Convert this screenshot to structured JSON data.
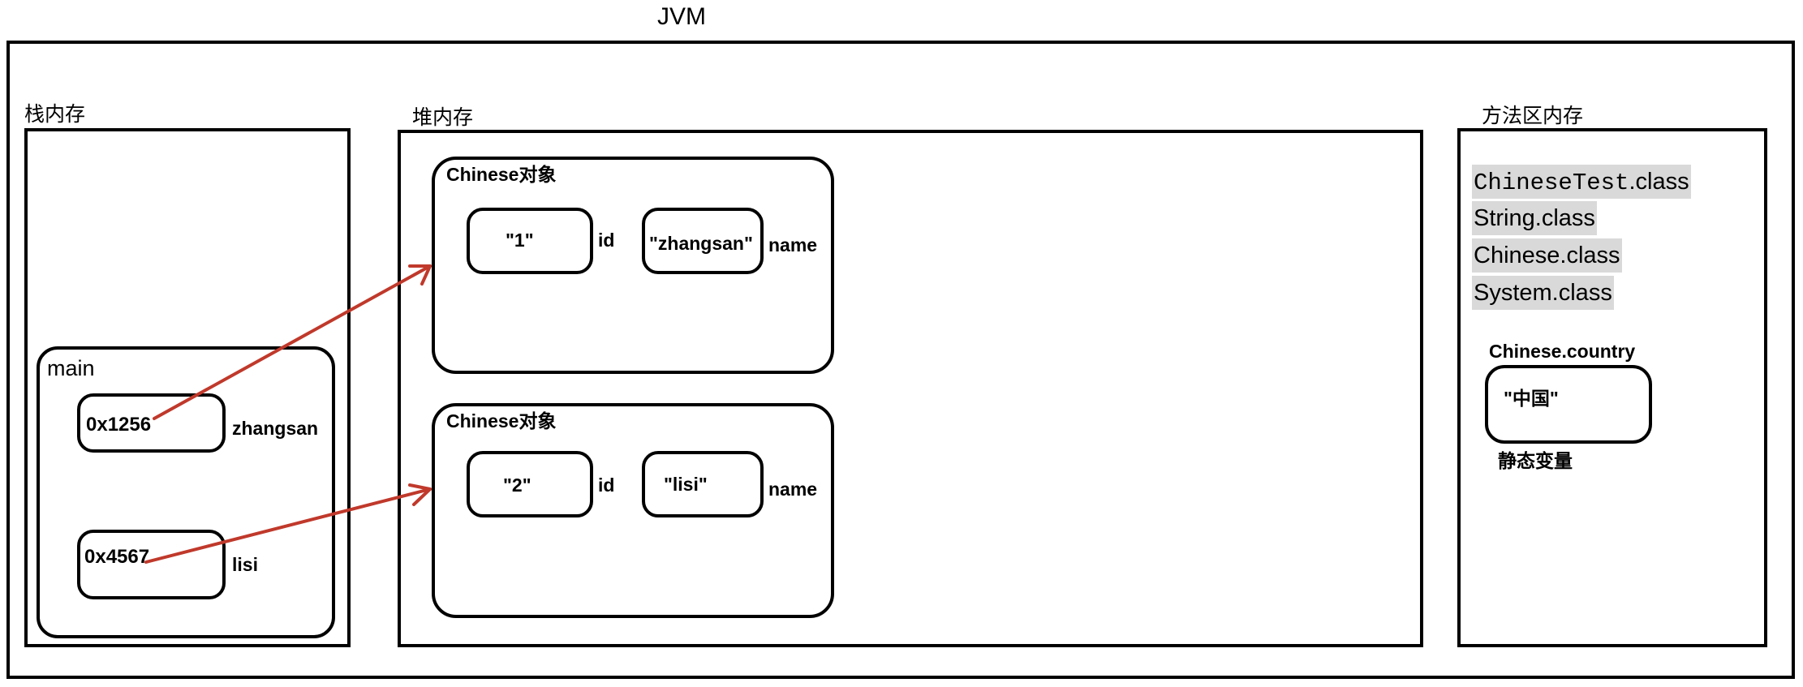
{
  "diagram": {
    "title": "JVM",
    "stack": {
      "label": "栈内存",
      "frame": "main",
      "refs": [
        {
          "address": "0x1256",
          "name": "zhangsan"
        },
        {
          "address": "0x4567",
          "name": "lisi"
        }
      ]
    },
    "heap": {
      "label": "堆内存",
      "objects": [
        {
          "title": "Chinese对象",
          "id_value": "\"1\"",
          "id_label": "id",
          "name_value": "\"zhangsan\"",
          "name_label": "name"
        },
        {
          "title": "Chinese对象",
          "id_value": "\"2\"",
          "id_label": "id",
          "name_value": "\"lisi\"",
          "name_label": "name"
        }
      ]
    },
    "method_area": {
      "label": "方法区内存",
      "classes": [
        {
          "name": "ChineseTest",
          "suffix": ".class"
        },
        {
          "name": "String.class"
        },
        {
          "name": "Chinese.class"
        },
        {
          "name": "System.class"
        }
      ],
      "static_var": {
        "label": "Chinese.country",
        "value": "\"中国\"",
        "caption": "静态变量"
      }
    },
    "arrow_color": "#c0392b"
  }
}
